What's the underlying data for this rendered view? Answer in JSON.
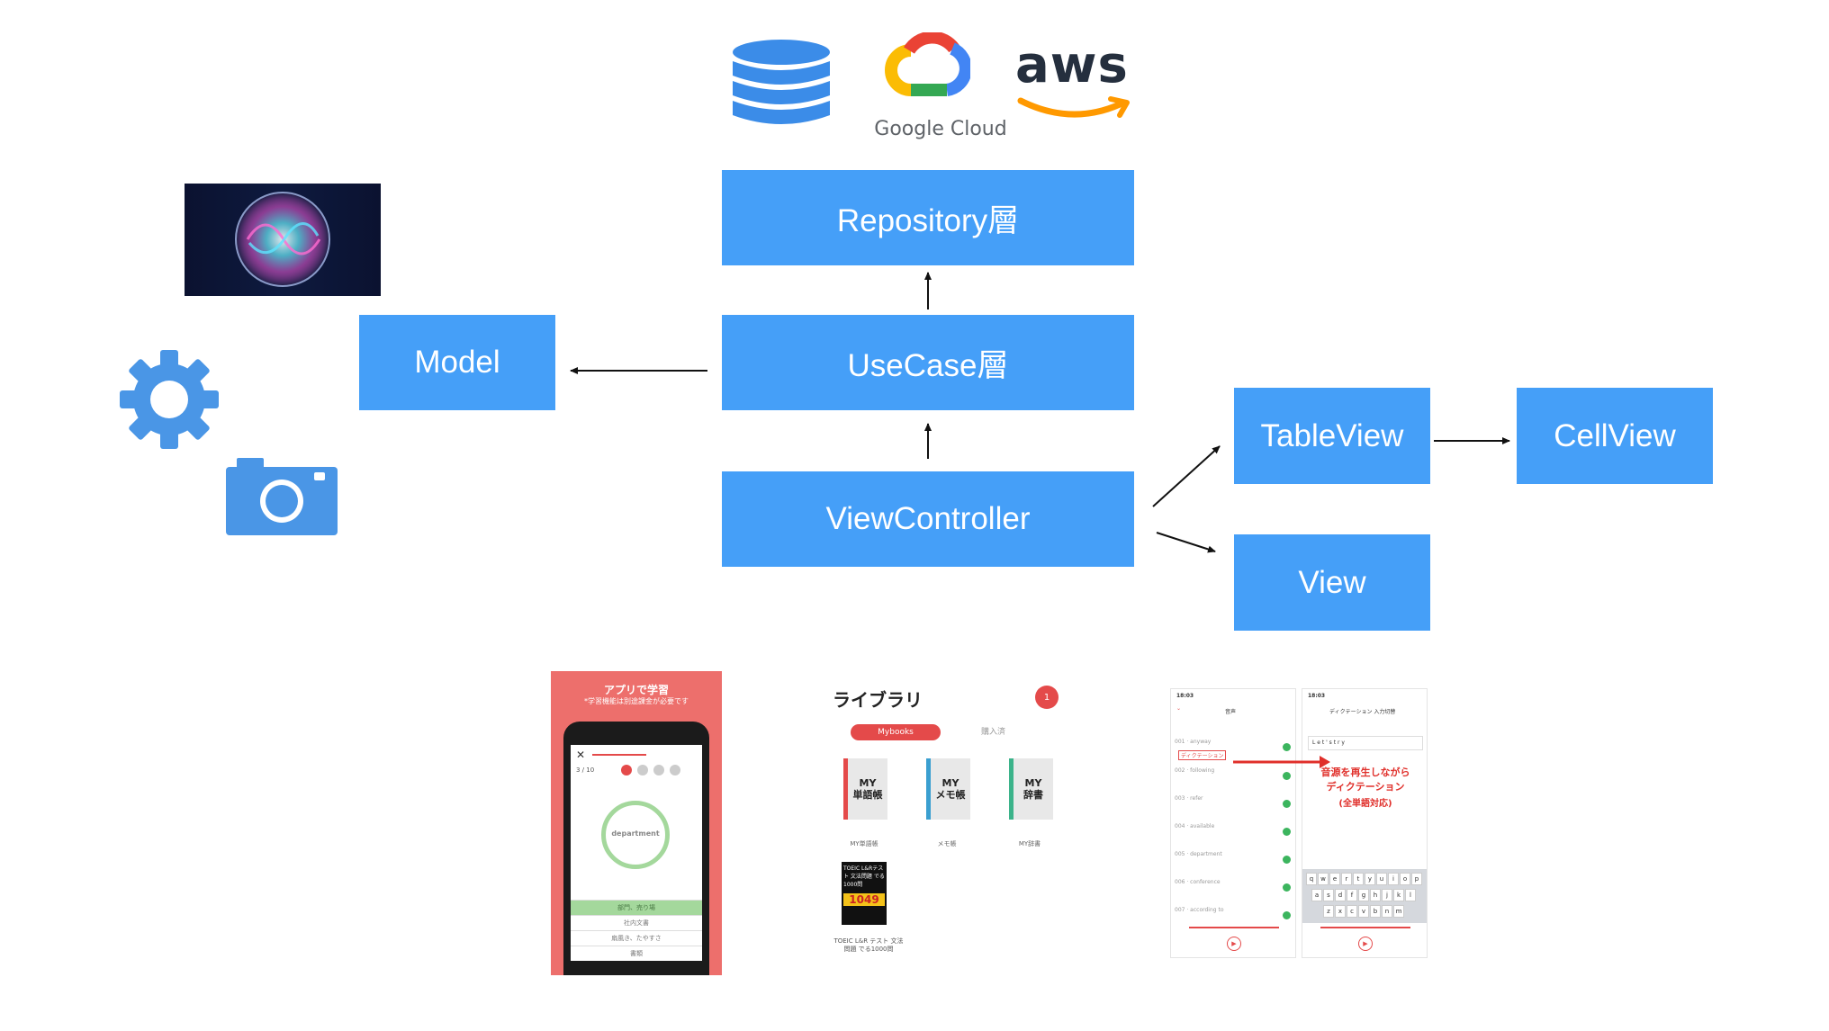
{
  "layers": {
    "repository": "Repository層",
    "usecase": "UseCase層",
    "viewcontroller": "ViewController",
    "model": "Model",
    "tableview": "TableView",
    "cellview": "CellView",
    "view": "View"
  },
  "logos": {
    "google_cloud": "Google Cloud",
    "aws": "aws"
  },
  "icons": [
    "database-icon",
    "google-cloud-icon",
    "aws-icon",
    "siri-icon",
    "gear-icon",
    "camera-icon"
  ],
  "colors": {
    "box": "#459ff8",
    "icon": "#4a96e6",
    "accent_red": "#e44a4a"
  },
  "screenshot_quiz": {
    "title": "アプリで学習",
    "subtitle": "*学習機能は別途課金が必要です",
    "progress": "3 / 10",
    "word": "department",
    "answers": [
      "部門、売り場",
      "社内文書",
      "扇風き、たやすさ",
      "書類"
    ]
  },
  "screenshot_library": {
    "title": "ライブラリ",
    "badge": "1",
    "tab_active": "Mybooks",
    "tab_inactive": "購入済",
    "books": [
      {
        "label": "MY\n単語帳",
        "caption": "MY単語帳"
      },
      {
        "label": "MY\nメモ帳",
        "caption": "メモ帳"
      },
      {
        "label": "MY\n辞書",
        "caption": "MY辞書"
      }
    ],
    "toeic_cover": "TOEIC L&Rテスト 文法問題 でる1000問",
    "toeic_price": "1049",
    "toeic_caption": "TOEIC L&R テスト 文法問題 でる1000問"
  },
  "screenshot_dictation": {
    "time": "18:03",
    "left_header": "音声",
    "right_header": "ディクテーション 入力切替",
    "input_text": "L e t ' s   t r y",
    "callout_line1": "音源を再生しながら",
    "callout_line2": "ディクテーション",
    "callout_line3": "(全単語対応)",
    "items": [
      "001 · anyway",
      "002 · following",
      "003 · refer",
      "004 · available",
      "005 · department",
      "006 · conference",
      "007 · according to"
    ],
    "mode_label": "ディクテーション",
    "keyboard_row1": [
      "q",
      "w",
      "e",
      "r",
      "t",
      "y",
      "u",
      "i",
      "o",
      "p"
    ],
    "keyboard_row2": [
      "a",
      "s",
      "d",
      "f",
      "g",
      "h",
      "j",
      "k",
      "l"
    ],
    "keyboard_row3": [
      "z",
      "x",
      "c",
      "v",
      "b",
      "n",
      "m"
    ]
  }
}
